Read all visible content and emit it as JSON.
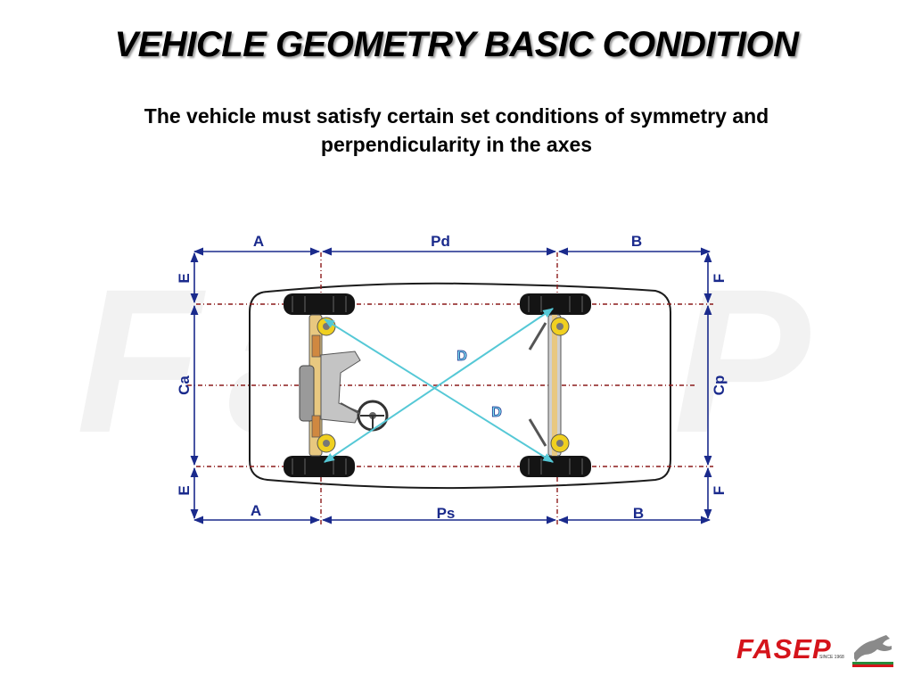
{
  "header": {
    "title": "VEHICLE GEOMETRY BASIC CONDITION",
    "subtitle_line1": "The vehicle must satisfy certain set conditions of symmetry and",
    "subtitle_line2": "perpendicularity in the axes"
  },
  "diagram": {
    "labels": {
      "top_left": "A",
      "top_center": "Pd",
      "top_right": "B",
      "bottom_left": "A",
      "bottom_center": "Ps",
      "bottom_right": "B",
      "left_top": "E",
      "left_middle": "Ca",
      "left_bottom": "E",
      "right_top": "F",
      "right_middle": "Cp",
      "right_bottom": "F",
      "diagonal_upper": "D",
      "diagonal_lower": "D"
    },
    "colors": {
      "dimension": "#1a2a8c",
      "reference_line": "#8b1a1a",
      "diagonal": "#55c8d6"
    }
  },
  "logo": {
    "brand": "FASEP",
    "since": "SINCE 1968"
  }
}
